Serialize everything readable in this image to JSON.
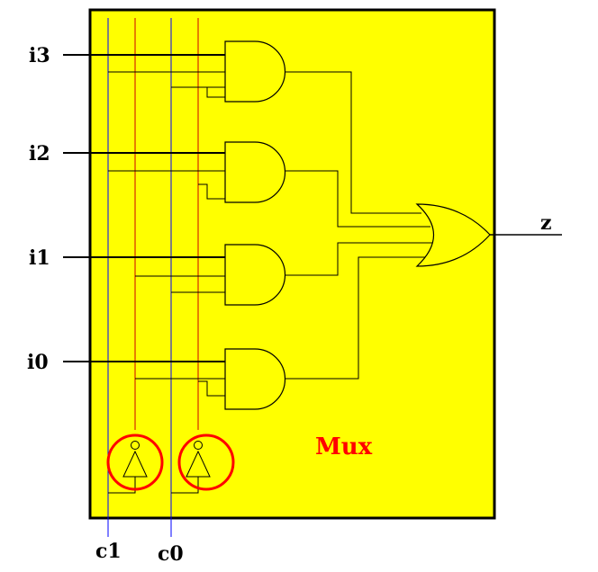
{
  "title": "Mux",
  "inputs": [
    "i3",
    "i2",
    "i1",
    "i0"
  ],
  "selects": [
    "c1",
    "c0"
  ],
  "output": "z",
  "colors": {
    "box": "#ffff00",
    "wire": "#000000",
    "select_wire": "#0000ff",
    "inverted_wire": "#cc0000",
    "highlight": "#ff0000"
  }
}
